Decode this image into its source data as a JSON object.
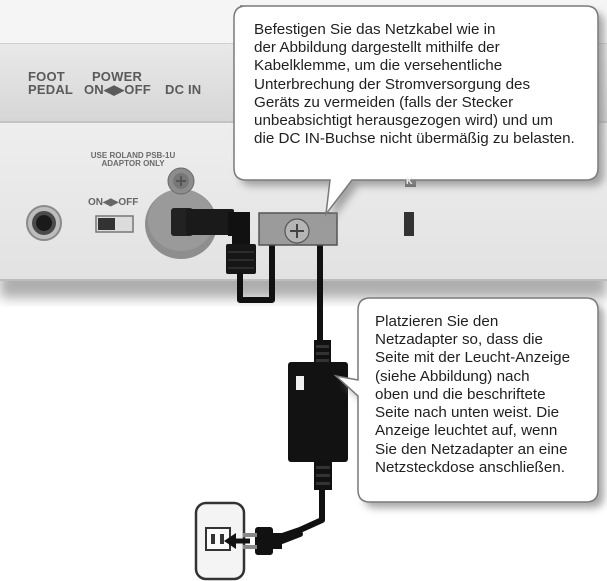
{
  "panel": {
    "foot_pedal": [
      "FOOT",
      "PEDAL"
    ],
    "power": [
      "POWER",
      "ON◀▶OFF"
    ],
    "dc_in": "DC IN",
    "adaptor_note": [
      "USE ROLAND PSB-1U",
      "ADAPTOR ONLY"
    ],
    "switch_label": "ON◀▶OFF",
    "k_mark": "K"
  },
  "callouts": {
    "cable_clamp": {
      "lines": [
        "Befestigen Sie das Netzkabel wie in",
        "der Abbildung dargestellt mithilfe der",
        "Kabelklemme, um die versehentliche",
        "Unterbrechung der Stromversorgung des",
        "Geräts zu vermeiden (falls der Stecker",
        "unbeabsichtigt herausgezogen wird) und um",
        "die DC IN-Buchse nicht übermäßig zu belasten."
      ]
    },
    "adapter": {
      "lines": [
        "Platzieren Sie den",
        "Netzadapter so, dass die",
        "Seite mit der Leucht-Anzeige",
        "(siehe Abbildung) nach",
        "oben und die beschriftete",
        "Seite nach unten weist. Die",
        "Anzeige leuchtet auf, wenn",
        "Sie den Netzadapter an eine",
        "Netzsteckdose anschließen."
      ]
    }
  },
  "colors": {
    "panel_top": "#f2f2f2",
    "panel_bottom": "#dcdcdc",
    "cable": "#111111",
    "clamp": "#9e9e9e",
    "callout_fill": "#ffffff",
    "callout_border": "#7a7a7a",
    "shadow": "#8a8a8a"
  }
}
